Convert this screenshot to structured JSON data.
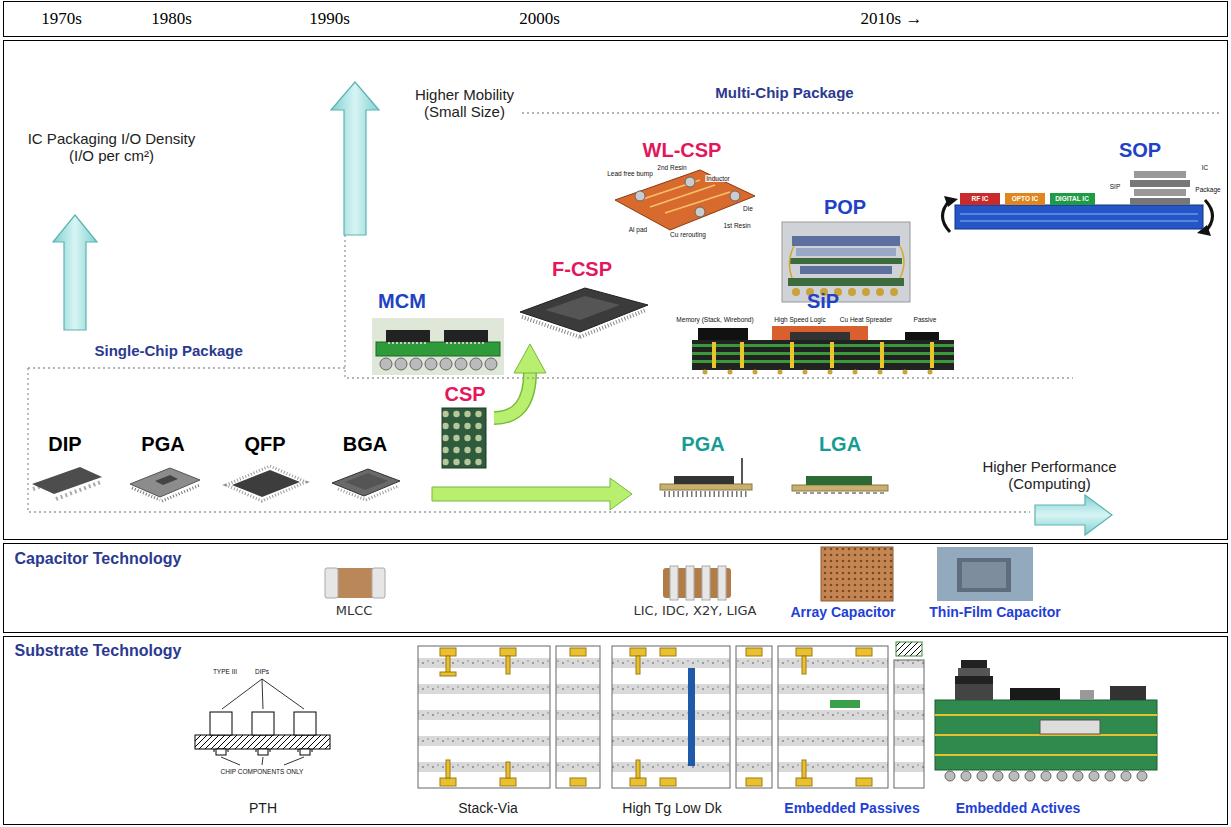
{
  "diagram": {
    "nodes": [
      {
        "text": [
          "1970s",
          "1980s",
          "1990s",
          "2000s",
          "2010s →"
        ]
      },
      {
        "text": [
          "IC Packaging I/O Density (I/O per cm²)",
          "Higher Mobility (Small Size)",
          "Higher Performance (Computing)"
        ]
      },
      {
        "text": [
          "Multi-Chip Package"
        ],
        "in": 1
      },
      {
        "text": [
          "Single-Chip Package"
        ],
        "in": 1
      },
      {
        "text": [
          "Capacitor Technology"
        ]
      },
      {
        "text": [
          "Substrate Technology"
        ]
      }
    ],
    "labels": [
      "Lead free bump",
      "2nd Resin",
      "Inductor",
      "Die",
      "Al pad",
      "Cu rerouting",
      "1st Resin",
      "WL-CSP",
      "SOP",
      "RF IC",
      "OPTO IC",
      "DIGITAL IC",
      "SIP",
      "IC",
      "Package",
      "POP",
      "F-CSP",
      "MCM",
      "SiP",
      "Memory (Stack, Wirebond)",
      "High Speed Logic",
      "Cu Heat Spreader",
      "Passive",
      "CSP",
      "DIP",
      "PGA",
      "QFP",
      "BGA",
      "PGA",
      "LGA",
      "MLCC",
      "LIC, IDC, X2Y, LIGA",
      "Array Capacitor",
      "Thin-Film Capacitor",
      "TYPE III",
      "DIPs",
      "CHIP COMPONENTS ONLY",
      "PTH",
      "Stack-Via",
      "High Tg Low Dk",
      "Embedded Passives",
      "Embedded Actives"
    ]
  }
}
